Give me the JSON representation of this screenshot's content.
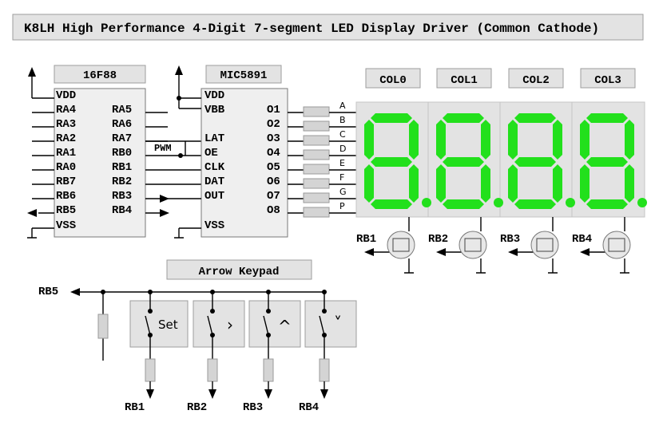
{
  "title": "K8LH High Performance 4-Digit 7-segment LED Display Driver (Common Cathode)",
  "pic": {
    "name": "16F88",
    "left_pins": [
      "VDD",
      "RA4",
      "RA3",
      "RA2",
      "RA1",
      "RA0",
      "RB7",
      "RB6",
      "RB5",
      "VSS"
    ],
    "right_pins": [
      "RA5",
      "RA6",
      "RA7",
      "RB0",
      "RB1",
      "RB2",
      "RB3",
      "RB4"
    ]
  },
  "driver": {
    "name": "MIC5891",
    "left_pins": [
      "VDD",
      "VBB",
      "LAT",
      "OE",
      "CLK",
      "DAT",
      "OUT",
      "VSS"
    ],
    "right_pins": [
      "O1",
      "O2",
      "O3",
      "O4",
      "O5",
      "O6",
      "O7",
      "O8"
    ]
  },
  "pwm_label": "PWM",
  "segment_labels": [
    "A",
    "B",
    "C",
    "D",
    "E",
    "F",
    "G",
    "P"
  ],
  "columns": [
    "COL0",
    "COL1",
    "COL2",
    "COL3"
  ],
  "transistor_labels": [
    "RB1",
    "RB2",
    "RB3",
    "RB4"
  ],
  "keypad": {
    "title": "Arrow Keypad",
    "input_label": "RB5",
    "keys": [
      "Set",
      "›",
      "^",
      "˅"
    ],
    "outputs": [
      "RB1",
      "RB2",
      "RB3",
      "RB4"
    ]
  },
  "colors": {
    "segment_on": "#22e01c",
    "panel": "#e3e3e3"
  }
}
